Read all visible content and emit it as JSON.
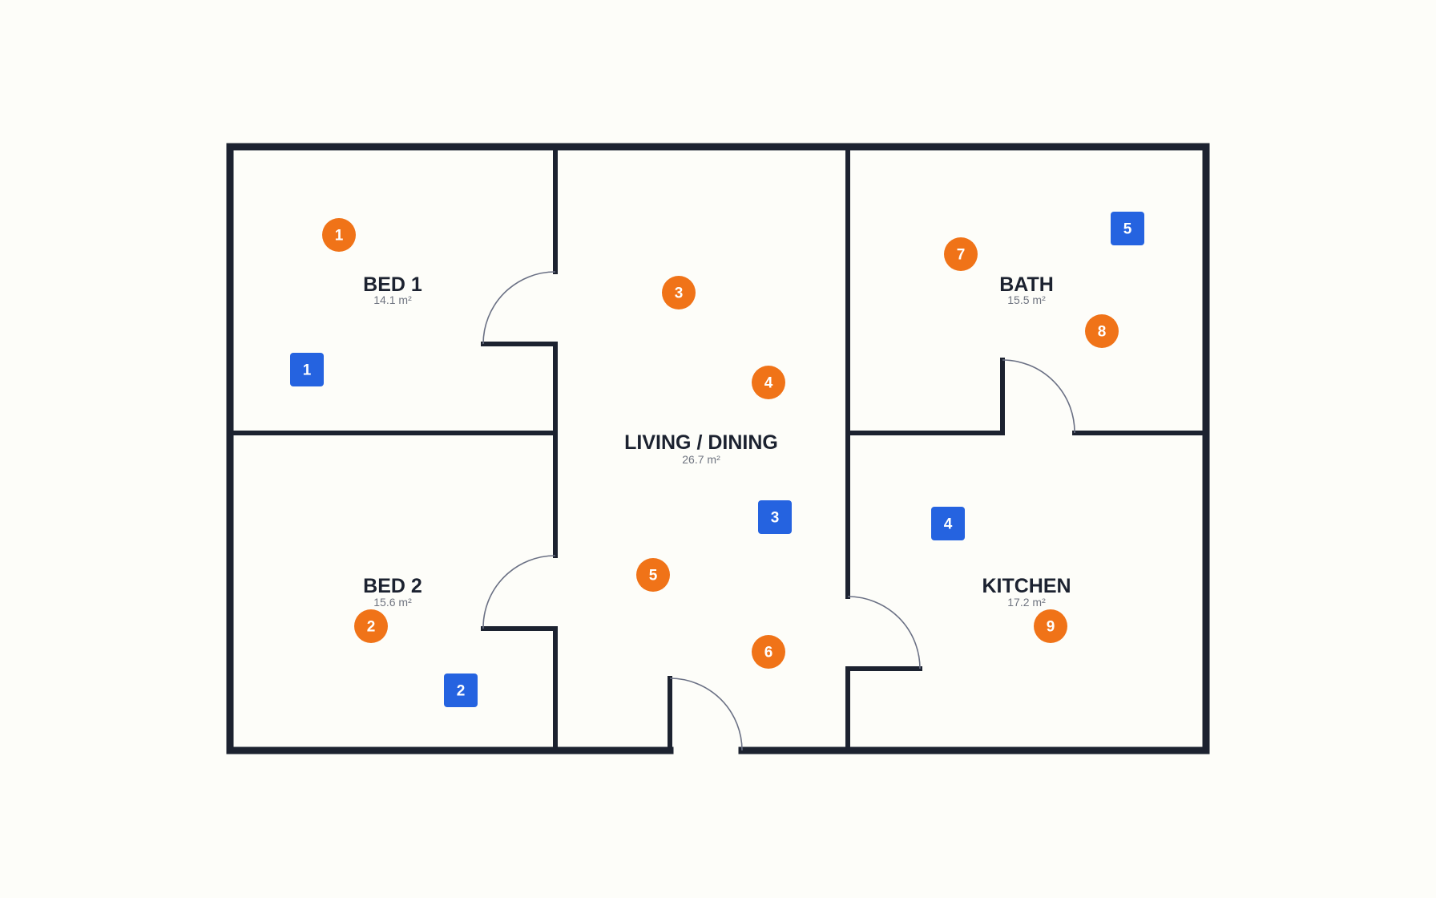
{
  "colors": {
    "background": "#fdfdf9",
    "wall": "#1c2230",
    "door_arc": "#6a7084",
    "circle_marker": "#f07318",
    "square_marker": "#2563e0",
    "room_name": "#1c2230",
    "room_area": "#6f7480"
  },
  "rooms": [
    {
      "id": "bed-1",
      "name": "BED 1",
      "area": "14.1 m²"
    },
    {
      "id": "bed-2",
      "name": "BED 2",
      "area": "15.6 m²"
    },
    {
      "id": "living-dining",
      "name": "LIVING / DINING",
      "area": "26.7 m²"
    },
    {
      "id": "bath",
      "name": "BATH",
      "area": "15.5 m²"
    },
    {
      "id": "kitchen",
      "name": "KITCHEN",
      "area": "17.2 m²"
    }
  ],
  "circle_markers": [
    {
      "label": "1",
      "room": "BED 1"
    },
    {
      "label": "2",
      "room": "BED 2"
    },
    {
      "label": "3",
      "room": "LIVING / DINING"
    },
    {
      "label": "4",
      "room": "LIVING / DINING"
    },
    {
      "label": "5",
      "room": "LIVING / DINING"
    },
    {
      "label": "6",
      "room": "LIVING / DINING"
    },
    {
      "label": "7",
      "room": "BATH"
    },
    {
      "label": "8",
      "room": "BATH"
    },
    {
      "label": "9",
      "room": "KITCHEN"
    }
  ],
  "square_markers": [
    {
      "label": "1",
      "room": "BED 1"
    },
    {
      "label": "2",
      "room": "BED 2"
    },
    {
      "label": "3",
      "room": "LIVING / DINING"
    },
    {
      "label": "4",
      "room": "KITCHEN"
    },
    {
      "label": "5",
      "room": "BATH"
    }
  ]
}
